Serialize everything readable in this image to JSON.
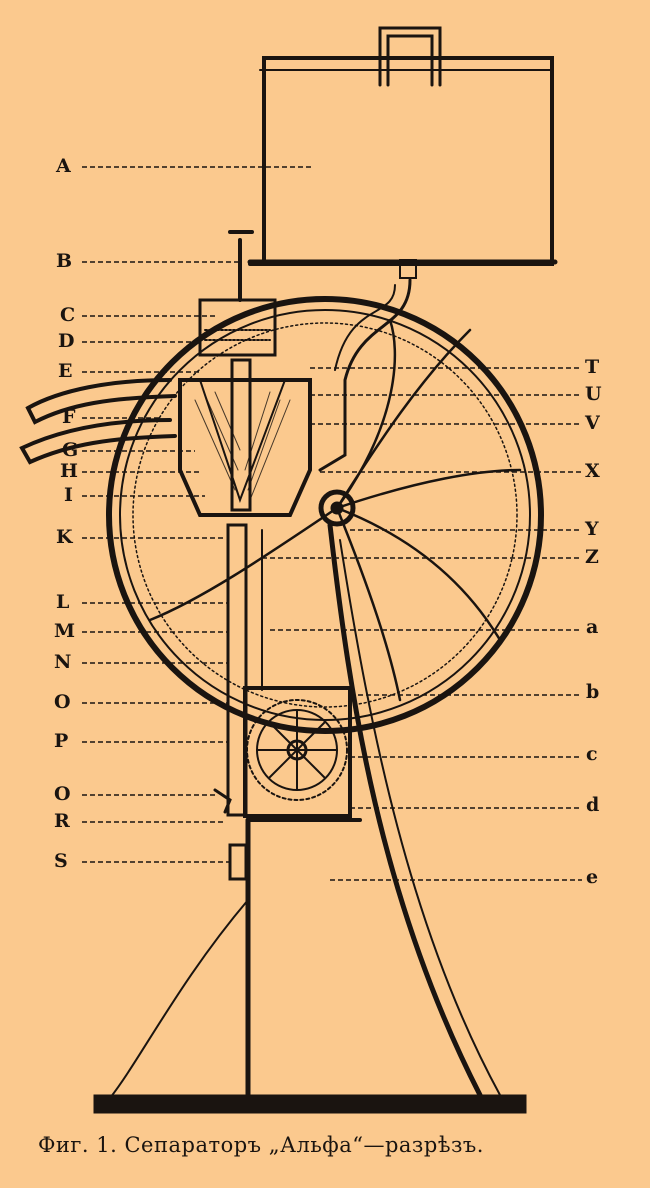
{
  "figure": {
    "caption": "Фиг. 1. Сепараторъ „Альфа“—разрѣзъ.",
    "left_labels": [
      "A",
      "B",
      "C",
      "D",
      "E",
      "F",
      "G",
      "H",
      "I",
      "K",
      "L",
      "M",
      "N",
      "O",
      "P",
      "O",
      "R",
      "S"
    ],
    "right_labels": [
      "T",
      "U",
      "V",
      "X",
      "Y",
      "Z",
      "a",
      "b",
      "c",
      "d",
      "e"
    ],
    "ink_color": "#1a1410",
    "paper_color": "#fbc98e"
  }
}
